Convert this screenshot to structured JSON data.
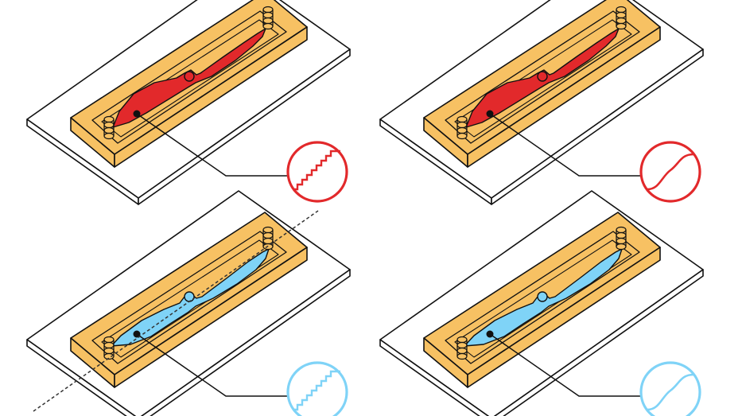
{
  "colors": {
    "substrate": "#ffffff",
    "chamber": "#f7c163",
    "outline": "#111111",
    "red_accent": "#e2292b",
    "blue_accent": "#7fd3f7"
  },
  "panels": [
    {
      "id": "top-left",
      "fluid": "red",
      "shape": "narrow",
      "signal_icon": "staircase-signal-icon",
      "show_axis": false
    },
    {
      "id": "top-right",
      "fluid": "red",
      "shape": "narrow",
      "signal_icon": "sine-signal-icon",
      "show_axis": false
    },
    {
      "id": "bottom-left",
      "fluid": "blue",
      "shape": "wide",
      "signal_icon": "staircase-signal-icon",
      "show_axis": true
    },
    {
      "id": "bottom-right",
      "fluid": "blue",
      "shape": "wide",
      "signal_icon": "sine-signal-icon",
      "show_axis": false
    }
  ]
}
